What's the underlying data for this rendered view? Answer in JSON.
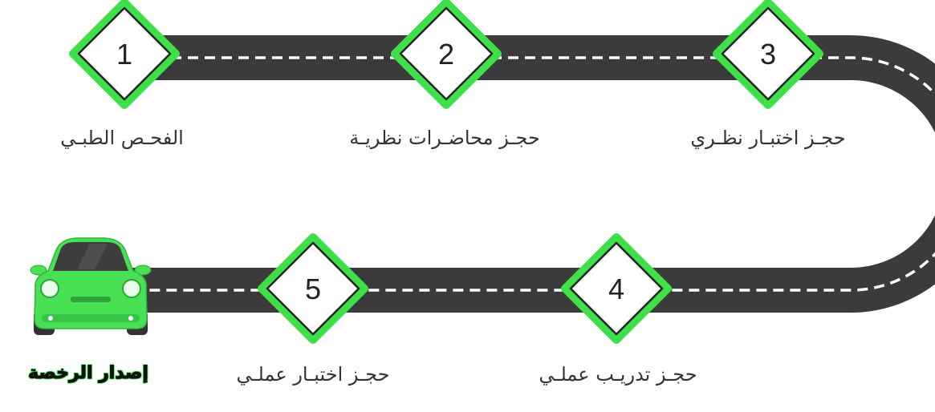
{
  "steps": [
    {
      "number": "1",
      "label": "الفحـص الطبـي"
    },
    {
      "number": "2",
      "label": "حجـز محاضـرات نظريـة"
    },
    {
      "number": "3",
      "label": "حجـز اختبـار نظـري"
    },
    {
      "number": "4",
      "label": "حجـز تدريـب عملـي"
    },
    {
      "number": "5",
      "label": "حجـز اختبـار عملـي"
    }
  ],
  "final": {
    "label": "إصدار الرخصة",
    "icon": "car-icon"
  },
  "colors": {
    "road": "#3b3b3b",
    "accent": "#3ee04a",
    "sign_fill": "#ffffff",
    "car": "#48e055"
  }
}
